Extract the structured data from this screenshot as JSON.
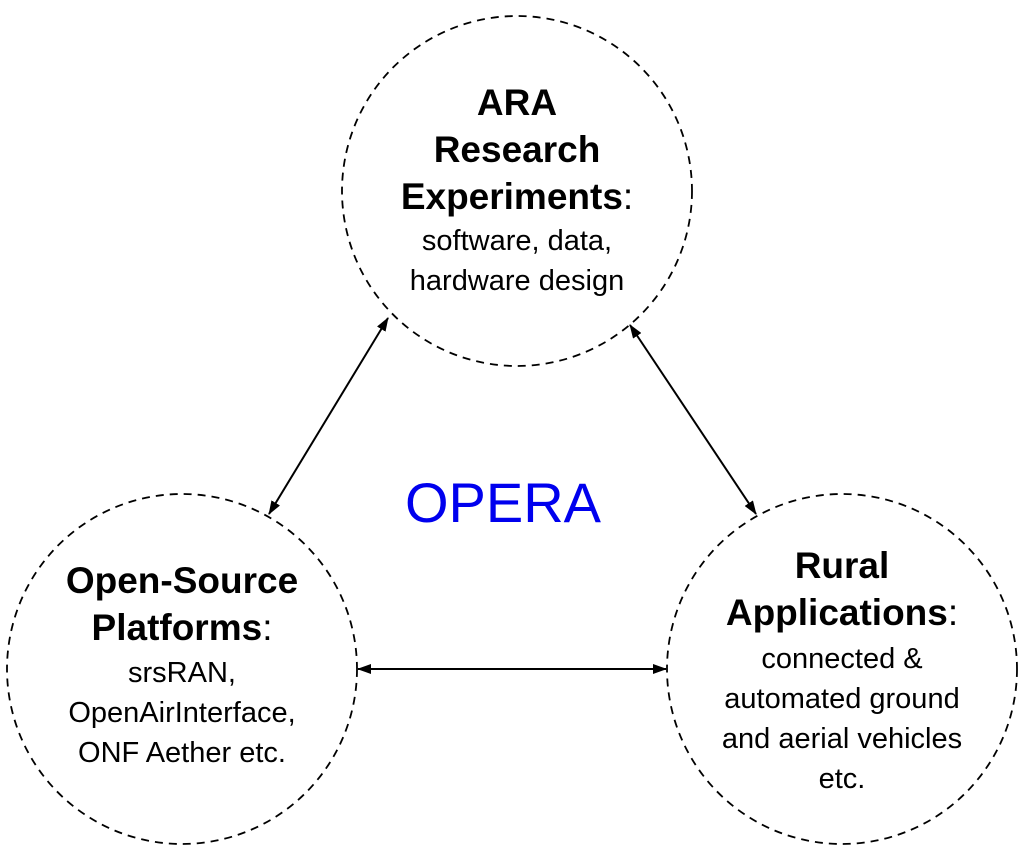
{
  "center_label": "OPERA",
  "center_color": "#0000ee",
  "nodes": {
    "ara": {
      "title_lines": [
        "ARA",
        "Research",
        "Experiments"
      ],
      "colon": ":",
      "desc_lines": [
        "software, data,",
        "hardware design"
      ]
    },
    "open_source": {
      "title_lines": [
        "Open-Source",
        "Platforms"
      ],
      "colon": ":",
      "desc_lines": [
        "srsRAN,",
        "OpenAirInterface,",
        "ONF Aether etc."
      ]
    },
    "rural": {
      "title_lines": [
        "Rural",
        "Applications"
      ],
      "colon": ":",
      "desc_lines": [
        "connected &",
        "automated ground",
        "and aerial vehicles",
        "etc."
      ]
    }
  },
  "edges": [
    {
      "from": "ara",
      "to": "open_source",
      "arrows": "both"
    },
    {
      "from": "ara",
      "to": "rural",
      "arrows": "both"
    },
    {
      "from": "open_source",
      "to": "rural",
      "arrows": "both"
    }
  ]
}
